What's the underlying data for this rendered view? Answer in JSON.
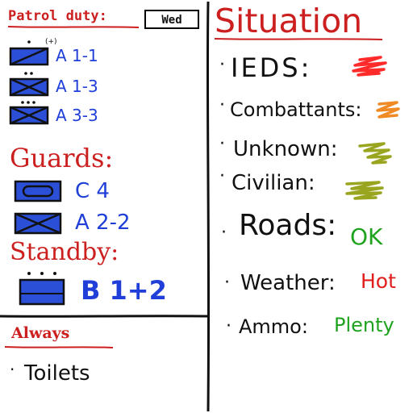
{
  "colors": {
    "red": "#cc1f1f",
    "blue": "#1f3fd8",
    "green": "#1fa31f",
    "black": "#111111",
    "ied_scribble": "#ff2a2a",
    "combattants_scribble": "#f08a24",
    "unknown_scribble": "#9aa51f",
    "civilian_scribble": "#9aa51f",
    "unit_fill": "#2b4fd6"
  },
  "patrol": {
    "title": "Patrol duty:",
    "day": "Wed",
    "units": [
      {
        "label": "A 1-1",
        "modifier": "(+)",
        "icon": "infantry-unit-icon"
      },
      {
        "label": "A 1-3",
        "icon": "infantry-unit-icon"
      },
      {
        "label": "A 3-3",
        "icon": "infantry-unit-icon"
      }
    ]
  },
  "guards": {
    "title": "Guards:",
    "units": [
      {
        "label": "C 4",
        "icon": "armor-unit-icon"
      },
      {
        "label": "A 2-2",
        "icon": "infantry-unit-icon"
      }
    ]
  },
  "standby": {
    "title": "Standby:",
    "units": [
      {
        "label": "B 1+2",
        "icon": "company-unit-icon"
      }
    ]
  },
  "always": {
    "title": "Always",
    "items": [
      "Toilets"
    ]
  },
  "situation": {
    "title": "Situation",
    "rows": [
      {
        "label": "IEDS:",
        "value": "",
        "marker": "red-scribble"
      },
      {
        "label": "Combattants:",
        "value": "",
        "marker": "orange-scribble"
      },
      {
        "label": "Unknown:",
        "value": "",
        "marker": "olive-scribble"
      },
      {
        "label": "Civilian:",
        "value": "",
        "marker": "olive-scribble"
      },
      {
        "label": "Roads:",
        "value": "OK",
        "value_color": "#1fa31f"
      },
      {
        "label": "Weather:",
        "value": "Hot",
        "value_color": "#e01c1c"
      },
      {
        "label": "Ammo:",
        "value": "Plenty",
        "value_color": "#1fa31f"
      }
    ]
  }
}
